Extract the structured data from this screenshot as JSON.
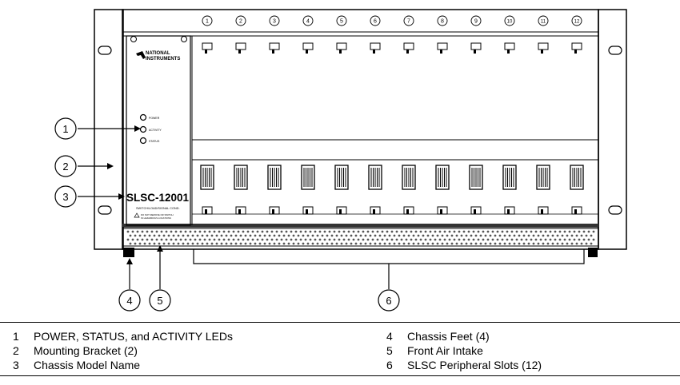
{
  "brand": {
    "line1": "NATIONAL",
    "line2": "INSTRUMENTS"
  },
  "model": {
    "name": "SLSC-12001",
    "subtitle": "SWITCH/LOAD/SIGNAL COND."
  },
  "leds": [
    "POWER",
    "ACTIVITY",
    "STATUS"
  ],
  "warning_text": [
    "DO NOT REMOVE OR SWITCH",
    "IN HAZARDOUS LOCATIONS"
  ],
  "slot_labels": [
    "1",
    "2",
    "3",
    "4",
    "5",
    "6",
    "7",
    "8",
    "9",
    "10",
    "11",
    "12"
  ],
  "callouts": [
    "1",
    "2",
    "3",
    "4",
    "5",
    "6"
  ],
  "legend": [
    {
      "num": "1",
      "text": "POWER, STATUS, and ACTIVITY LEDs"
    },
    {
      "num": "2",
      "text": "Mounting Bracket (2)"
    },
    {
      "num": "3",
      "text": "Chassis Model Name"
    },
    {
      "num": "4",
      "text": "Chassis Feet (4)"
    },
    {
      "num": "5",
      "text": "Front Air Intake"
    },
    {
      "num": "6",
      "text": "SLSC Peripheral Slots (12)"
    }
  ]
}
